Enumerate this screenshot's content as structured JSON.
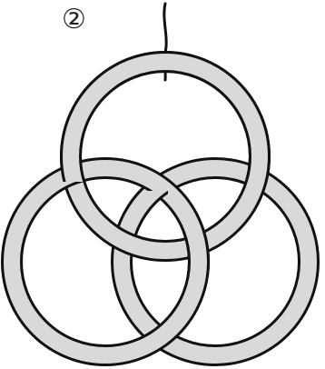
{
  "step_label": "②",
  "colors": {
    "ring_fill": "#d9d9d9",
    "ring_outline": "#111111",
    "string": "#111111",
    "background": "#ffffff"
  },
  "figure": {
    "rings": [
      {
        "name": "top-ring"
      },
      {
        "name": "left-ring"
      },
      {
        "name": "right-ring"
      }
    ],
    "string": {
      "name": "hanging-string"
    }
  }
}
